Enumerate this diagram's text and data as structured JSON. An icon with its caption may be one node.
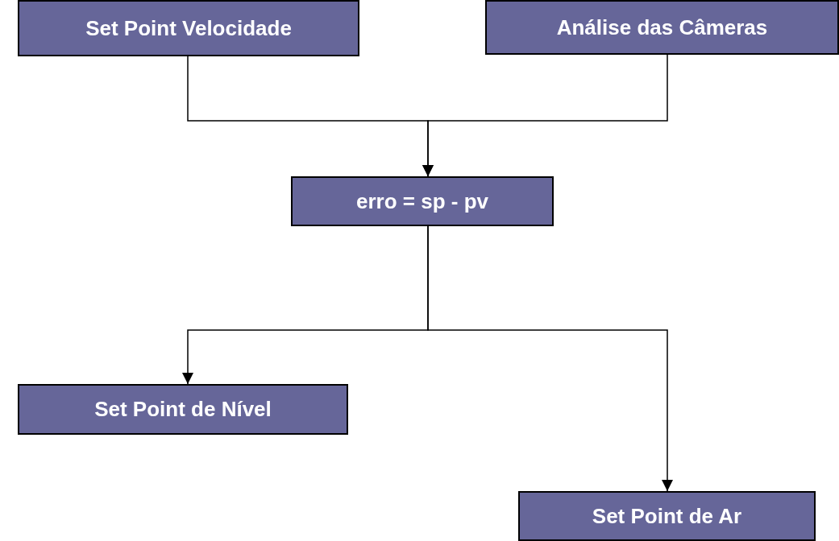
{
  "diagram": {
    "nodes": [
      {
        "text": [
          "Set Point Velocidade"
        ]
      },
      {
        "text": [
          "Análise das Câmeras"
        ]
      },
      {
        "text": [
          "erro = sp - pv"
        ]
      },
      {
        "text": [
          "Set Point de Nível"
        ]
      },
      {
        "text": [
          "Set Point de Ar"
        ]
      }
    ],
    "edges": [
      {
        "from": 0,
        "to": 2,
        "arrow": "to"
      },
      {
        "from": 1,
        "to": 2,
        "arrow": "to"
      },
      {
        "from": 2,
        "to": 3,
        "arrow": "to"
      },
      {
        "from": 2,
        "to": 4,
        "arrow": "to"
      }
    ]
  }
}
